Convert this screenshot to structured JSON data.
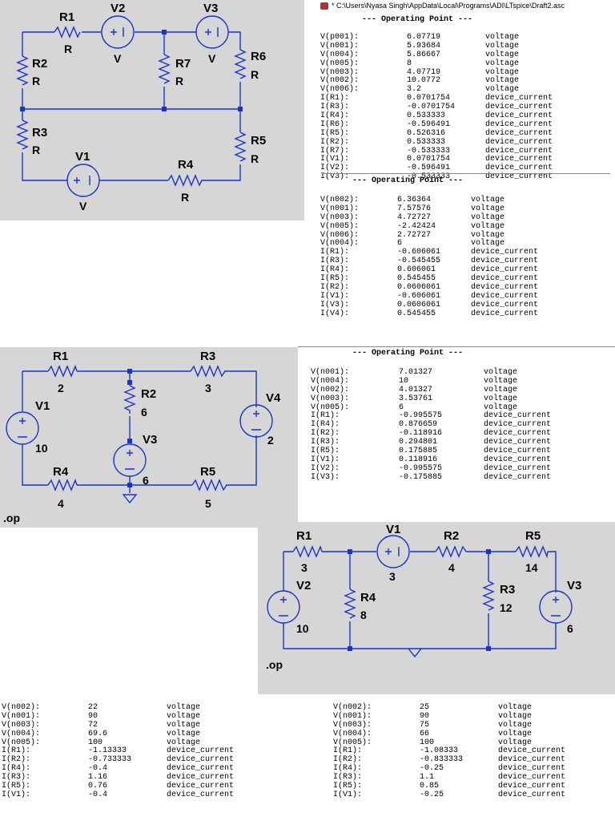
{
  "window": {
    "title": "* C:\\Users\\Nyasa Singh\\AppData\\Local\\Programs\\ADI\\LTspice\\Draft2.asc"
  },
  "circuit1": {
    "R1": "R1",
    "R1v": "R",
    "V2": "V2",
    "V2v": "V",
    "V3": "V3",
    "V3v": "V",
    "R2": "R2",
    "R2v": "R",
    "R7": "R7",
    "R7v": "R",
    "R6": "R6",
    "R6v": "R",
    "R3": "R3",
    "R3v": "R",
    "R5": "R5",
    "R5v": "R",
    "V1": "V1",
    "V1v": "V",
    "R4": "R4",
    "R4v": "R"
  },
  "circuit2": {
    "R1": "R1",
    "R1v": "2",
    "R3": "R3",
    "R3v": "3",
    "R2": "R2",
    "R2v": "6",
    "V1": "V1",
    "V1v": "10",
    "V3": "V3",
    "V3v": "6",
    "V4": "V4",
    "V4v": "2",
    "R4": "R4",
    "R4v": "4",
    "R5": "R5",
    "R5v": "5",
    "op": ".op"
  },
  "circuit3": {
    "R1": "R1",
    "R1v": "3",
    "V1": "V1",
    "V1v": "3",
    "R2": "R2",
    "R2v": "4",
    "R5": "R5",
    "R5v": "14",
    "V2": "V2",
    "V2v": "10",
    "R4": "R4",
    "R4v": "8",
    "R3": "R3",
    "R3v": "12",
    "V3": "V3",
    "V3v": "6",
    "op": ".op"
  },
  "op_header": "--- Operating Point ---",
  "table1": [
    [
      "V(p001):",
      "6.07719",
      "voltage"
    ],
    [
      "V(n001):",
      "5.93684",
      "voltage"
    ],
    [
      "V(n004):",
      "5.86667",
      "voltage"
    ],
    [
      "V(n005):",
      "8",
      "voltage"
    ],
    [
      "V(n003):",
      "4.07719",
      "voltage"
    ],
    [
      "V(n002):",
      "10.0772",
      "voltage"
    ],
    [
      "V(n006):",
      "3.2",
      "voltage"
    ],
    [
      "I(R1):",
      "0.0701754",
      "device_current"
    ],
    [
      "I(R3):",
      "-0.0701754",
      "device_current"
    ],
    [
      "I(R4):",
      "0.533333",
      "device_current"
    ],
    [
      "I(R6):",
      "-0.596491",
      "device_current"
    ],
    [
      "I(R5):",
      "0.526316",
      "device_current"
    ],
    [
      "I(R2):",
      "0.533333",
      "device_current"
    ],
    [
      "I(R7):",
      "-0.533333",
      "device_current"
    ],
    [
      "I(V1):",
      "0.0701754",
      "device_current"
    ],
    [
      "I(V2):",
      "-0.596491",
      "device_current"
    ],
    [
      "I(V3):",
      "-0.533333",
      "device_current"
    ]
  ],
  "table2": [
    [
      "V(n002):",
      "6.36364",
      "voltage"
    ],
    [
      "V(n001):",
      "7.57576",
      "voltage"
    ],
    [
      "V(n003):",
      "4.72727",
      "voltage"
    ],
    [
      "V(n005):",
      "-2.42424",
      "voltage"
    ],
    [
      "V(n006):",
      "2.72727",
      "voltage"
    ],
    [
      "V(n004):",
      "6",
      "voltage"
    ],
    [
      "I(R1):",
      "-0.606061",
      "device_current"
    ],
    [
      "I(R3):",
      "-0.545455",
      "device_current"
    ],
    [
      "I(R4):",
      "0.606061",
      "device_current"
    ],
    [
      "I(R5):",
      "0.545455",
      "device_current"
    ],
    [
      "I(R2):",
      "0.0606061",
      "device_current"
    ],
    [
      "I(V1):",
      "-0.606061",
      "device_current"
    ],
    [
      "I(V3):",
      "0.0606061",
      "device_current"
    ],
    [
      "I(V4):",
      "0.545455",
      "device_current"
    ]
  ],
  "table3": [
    [
      "V(n001):",
      "7.01327",
      "voltage"
    ],
    [
      "V(n004):",
      "10",
      "voltage"
    ],
    [
      "V(n002):",
      "4.01327",
      "voltage"
    ],
    [
      "V(n003):",
      "3.53761",
      "voltage"
    ],
    [
      "V(n005):",
      "6",
      "voltage"
    ],
    [
      "I(R1):",
      "-0.995575",
      "device_current"
    ],
    [
      "I(R4):",
      "0.876659",
      "device_current"
    ],
    [
      "I(R2):",
      "-0.118916",
      "device_current"
    ],
    [
      "I(R3):",
      "0.294801",
      "device_current"
    ],
    [
      "I(R5):",
      "0.175885",
      "device_current"
    ],
    [
      "I(V1):",
      "0.118916",
      "device_current"
    ],
    [
      "I(V2):",
      "-0.995575",
      "device_current"
    ],
    [
      "I(V3):",
      "-0.175885",
      "device_current"
    ]
  ],
  "table4": [
    [
      "V(n002):",
      "22",
      "voltage"
    ],
    [
      "V(n001):",
      "90",
      "voltage"
    ],
    [
      "V(n003):",
      "72",
      "voltage"
    ],
    [
      "V(n004):",
      "69.6",
      "voltage"
    ],
    [
      "V(n005):",
      "100",
      "voltage"
    ],
    [
      "I(R1):",
      "-1.13333",
      "device_current"
    ],
    [
      "I(R2):",
      "-0.733333",
      "device_current"
    ],
    [
      "I(R4):",
      "-0.4",
      "device_current"
    ],
    [
      "I(R3):",
      "1.16",
      "device_current"
    ],
    [
      "I(R5):",
      "0.76",
      "device_current"
    ],
    [
      "I(V1):",
      "-0.4",
      "device_current"
    ]
  ],
  "table5": [
    [
      "V(n002):",
      "25",
      "voltage"
    ],
    [
      "V(n001):",
      "90",
      "voltage"
    ],
    [
      "V(n003):",
      "75",
      "voltage"
    ],
    [
      "V(n004):",
      "66",
      "voltage"
    ],
    [
      "V(n005):",
      "100",
      "voltage"
    ],
    [
      "I(R1):",
      "-1.08333",
      "device_current"
    ],
    [
      "I(R2):",
      "-0.833333",
      "device_current"
    ],
    [
      "I(R4):",
      "-0.25",
      "device_current"
    ],
    [
      "I(R3):",
      "1.1",
      "device_current"
    ],
    [
      "I(R5):",
      "0.85",
      "device_current"
    ],
    [
      "I(V1):",
      "-0.25",
      "device_current"
    ]
  ]
}
